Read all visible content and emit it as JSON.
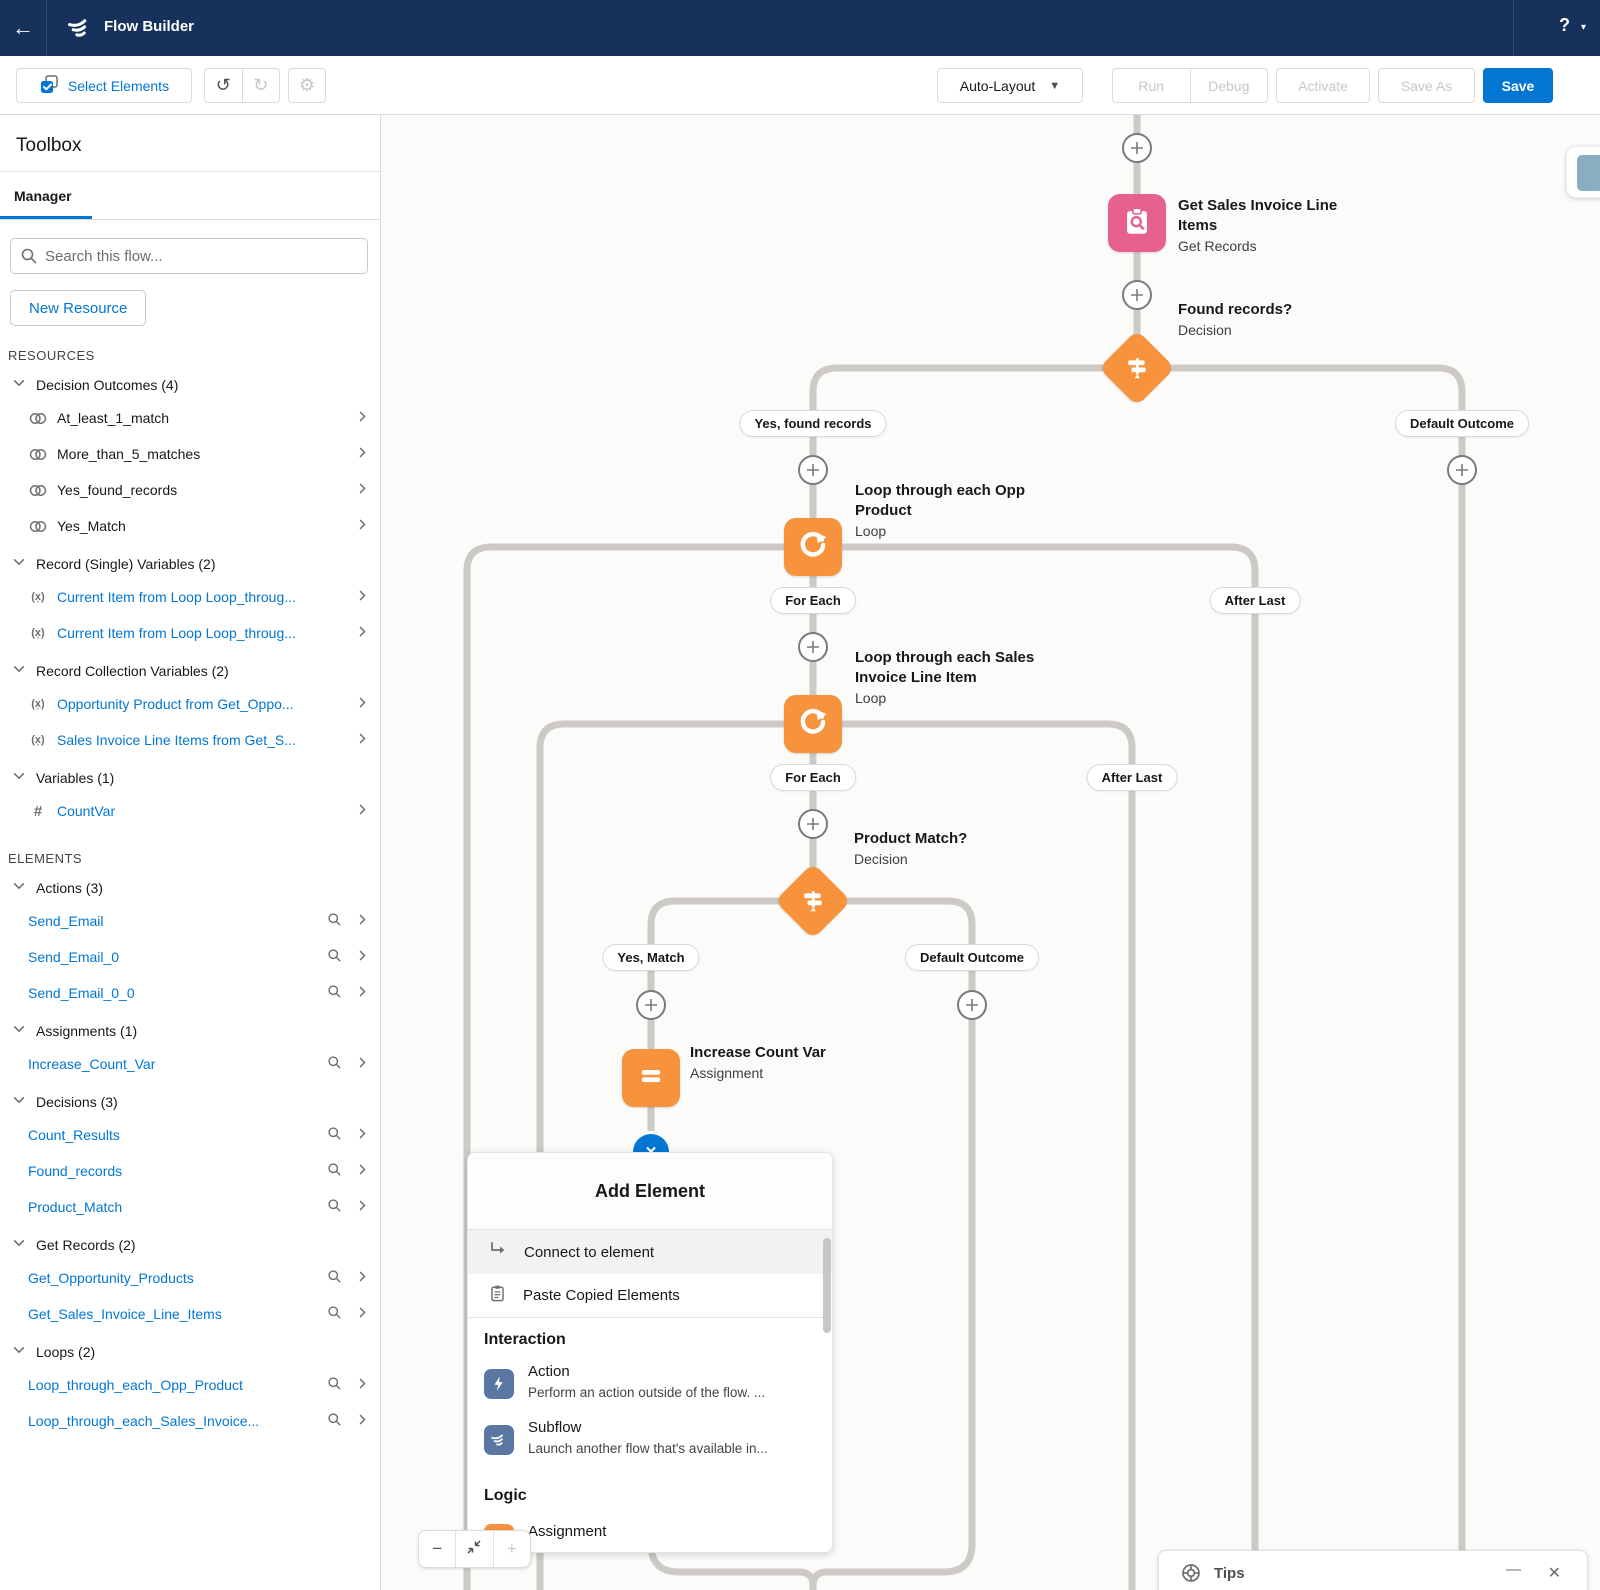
{
  "navbar": {
    "title": "Flow Builder",
    "help_label": "?"
  },
  "toolbar": {
    "select_elements": "Select Elements",
    "auto_layout": "Auto-Layout",
    "run": "Run",
    "debug": "Debug",
    "activate": "Activate",
    "save_as": "Save As",
    "save": "Save"
  },
  "toolbox": {
    "title": "Toolbox",
    "tab": "Manager",
    "search_placeholder": "Search this flow...",
    "new_resource": "New Resource",
    "resources_label": "RESOURCES",
    "elements_label": "ELEMENTS",
    "resource_groups": [
      {
        "label": "Decision Outcomes (4)",
        "items": [
          {
            "label": "At_least_1_match",
            "icon": "outcome",
            "link": false
          },
          {
            "label": "More_than_5_matches",
            "icon": "outcome",
            "link": false
          },
          {
            "label": "Yes_found_records",
            "icon": "outcome",
            "link": false
          },
          {
            "label": "Yes_Match",
            "icon": "outcome",
            "link": false
          }
        ]
      },
      {
        "label": "Record (Single) Variables (2)",
        "items": [
          {
            "label": "Current Item from Loop Loop_throug...",
            "icon": "recordvar",
            "link": true
          },
          {
            "label": "Current Item from Loop Loop_throug...",
            "icon": "recordvar",
            "link": true
          }
        ]
      },
      {
        "label": "Record Collection Variables (2)",
        "items": [
          {
            "label": "Opportunity Product from Get_Oppo...",
            "icon": "recordvar",
            "link": true
          },
          {
            "label": "Sales Invoice Line Items from Get_S...",
            "icon": "recordvar",
            "link": true
          }
        ]
      },
      {
        "label": "Variables (1)",
        "items": [
          {
            "label": "CountVar",
            "icon": "hash",
            "link": true
          }
        ]
      }
    ],
    "element_groups": [
      {
        "label": "Actions (3)",
        "items": [
          "Send_Email",
          "Send_Email_0",
          "Send_Email_0_0"
        ]
      },
      {
        "label": "Assignments (1)",
        "items": [
          "Increase_Count_Var"
        ]
      },
      {
        "label": "Decisions (3)",
        "items": [
          "Count_Results",
          "Found_records",
          "Product_Match"
        ]
      },
      {
        "label": "Get Records (2)",
        "items": [
          "Get_Opportunity_Products",
          "Get_Sales_Invoice_Line_Items"
        ]
      },
      {
        "label": "Loops (2)",
        "items": [
          "Loop_through_each_Opp_Product",
          "Loop_through_each_Sales_Invoice..."
        ]
      }
    ]
  },
  "canvas": {
    "nodes": [
      {
        "title": "Get Sales Invoice Line Items",
        "subtitle": "Get Records",
        "type": "get-records"
      },
      {
        "title": "Found records?",
        "subtitle": "Decision",
        "type": "decision"
      },
      {
        "title": "Loop through each Opp Product",
        "subtitle": "Loop",
        "type": "loop"
      },
      {
        "title": "Loop through each Sales Invoice Line Item",
        "subtitle": "Loop",
        "type": "loop"
      },
      {
        "title": "Product Match?",
        "subtitle": "Decision",
        "type": "decision"
      },
      {
        "title": "Increase Count Var",
        "subtitle": "Assignment",
        "type": "assignment"
      }
    ],
    "pills": [
      "Yes, found records",
      "Default Outcome",
      "For Each",
      "After Last",
      "For Each",
      "After Last",
      "Yes, Match",
      "Default Outcome"
    ]
  },
  "popup": {
    "title": "Add Element",
    "connect": "Connect to element",
    "paste": "Paste Copied Elements",
    "interaction_label": "Interaction",
    "action_title": "Action",
    "action_desc": "Perform an action outside of the flow. ...",
    "subflow_title": "Subflow",
    "subflow_desc": "Launch another flow that's available in...",
    "logic_label": "Logic",
    "assignment_title": "Assignment"
  },
  "tips": {
    "title": "Tips"
  },
  "zoom_controls": {
    "zoom_out": "−",
    "zoom_in": "+"
  },
  "colors": {
    "navbar": "#16325c",
    "accent_blue": "#0176d3",
    "node_orange": "#f6933c",
    "node_pink": "#e7618e",
    "node_slate": "#5878a3",
    "rail": "#cdc9c5"
  }
}
